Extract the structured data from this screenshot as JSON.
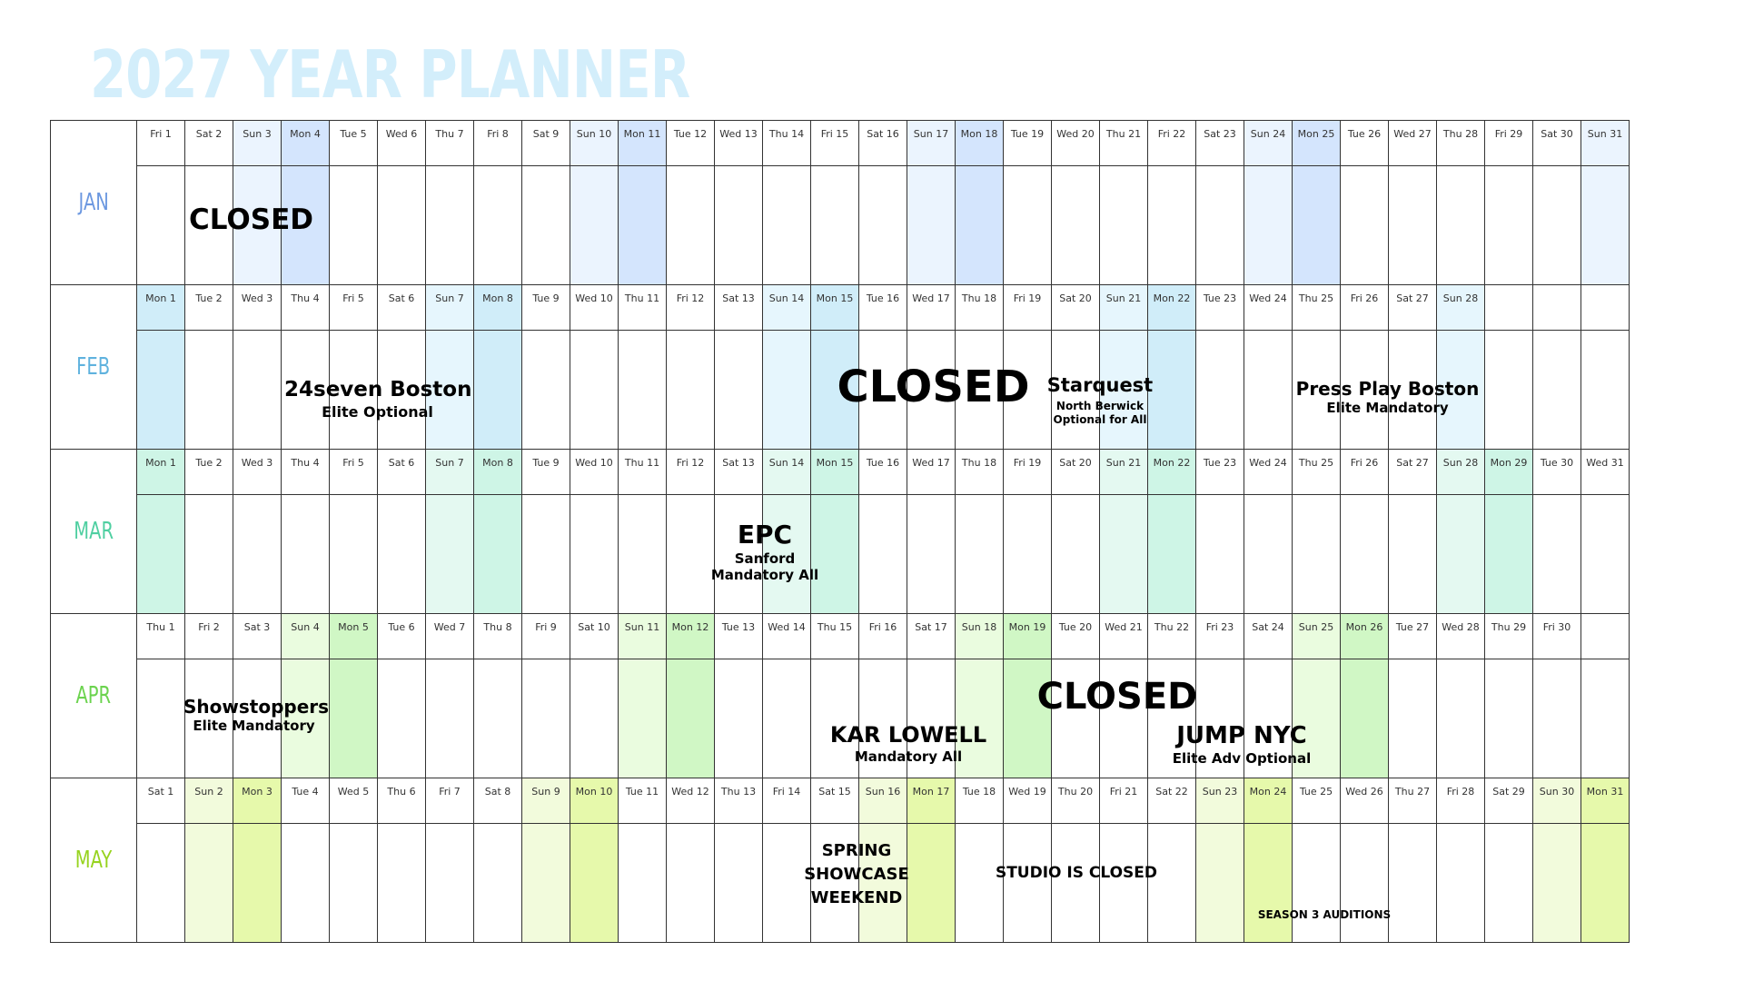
{
  "title": "2027 YEAR PLANNER",
  "colors": {
    "title": "#d3eefb",
    "grid": "#333333",
    "months": {
      "JAN": {
        "label": "#6c98e0",
        "light": "#ebf4fe",
        "dark": "#d4e5fd"
      },
      "FEB": {
        "label": "#5fb2de",
        "light": "#e6f6fd",
        "dark": "#d0edf9"
      },
      "MAR": {
        "label": "#4fcfa1",
        "light": "#e4f9f1",
        "dark": "#cef5e6"
      },
      "APR": {
        "label": "#6bd34e",
        "light": "#eafcdf",
        "dark": "#d0f7c5"
      },
      "MAY": {
        "label": "#97d31f",
        "light": "#f2fbdc",
        "dark": "#e6f9ab"
      }
    }
  },
  "months": [
    {
      "name": "JAN",
      "days": [
        "Fri 1",
        "Sat 2",
        "Sun 3",
        "Mon 4",
        "Tue 5",
        "Wed 6",
        "Thu 7",
        "Fri 8",
        "Sat 9",
        "Sun 10",
        "Mon 11",
        "Tue 12",
        "Wed 13",
        "Thu 14",
        "Fri 15",
        "Sat 16",
        "Sun 17",
        "Mon 18",
        "Tue 19",
        "Wed 20",
        "Thu 21",
        "Fri 22",
        "Sat 23",
        "Sun 24",
        "Mon 25",
        "Tue 26",
        "Wed 27",
        "Thu 28",
        "Fri 29",
        "Sat 30",
        "Sun 31"
      ]
    },
    {
      "name": "FEB",
      "days": [
        "Mon 1",
        "Tue 2",
        "Wed 3",
        "Thu 4",
        "Fri 5",
        "Sat 6",
        "Sun 7",
        "Mon 8",
        "Tue 9",
        "Wed 10",
        "Thu 11",
        "Fri 12",
        "Sat 13",
        "Sun 14",
        "Mon 15",
        "Tue 16",
        "Wed 17",
        "Thu 18",
        "Fri 19",
        "Sat 20",
        "Sun 21",
        "Mon 22",
        "Tue 23",
        "Wed 24",
        "Thu 25",
        "Fri 26",
        "Sat 27",
        "Sun 28"
      ]
    },
    {
      "name": "MAR",
      "days": [
        "Mon 1",
        "Tue 2",
        "Wed 3",
        "Thu 4",
        "Fri 5",
        "Sat 6",
        "Sun 7",
        "Mon 8",
        "Tue 9",
        "Wed 10",
        "Thu 11",
        "Fri 12",
        "Sat 13",
        "Sun 14",
        "Mon 15",
        "Tue 16",
        "Wed 17",
        "Thu 18",
        "Fri 19",
        "Sat 20",
        "Sun 21",
        "Mon 22",
        "Tue 23",
        "Wed 24",
        "Thu 25",
        "Fri 26",
        "Sat 27",
        "Sun 28",
        "Mon 29",
        "Tue 30",
        "Wed 31"
      ]
    },
    {
      "name": "APR",
      "days": [
        "Thu 1",
        "Fri 2",
        "Sat 3",
        "Sun 4",
        "Mon 5",
        "Tue 6",
        "Wed 7",
        "Thu 8",
        "Fri 9",
        "Sat 10",
        "Sun 11",
        "Mon 12",
        "Tue 13",
        "Wed 14",
        "Thu 15",
        "Fri 16",
        "Sat 17",
        "Sun 18",
        "Mon 19",
        "Tue 20",
        "Wed 21",
        "Thu 22",
        "Fri 23",
        "Sat 24",
        "Sun 25",
        "Mon 26",
        "Tue 27",
        "Wed 28",
        "Thu 29",
        "Fri 30"
      ]
    },
    {
      "name": "MAY",
      "days": [
        "Sat 1",
        "Sun 2",
        "Mon 3",
        "Tue 4",
        "Wed 5",
        "Thu 6",
        "Fri 7",
        "Sat 8",
        "Sun 9",
        "Mon 10",
        "Tue 11",
        "Wed 12",
        "Thu 13",
        "Fri 14",
        "Sat 15",
        "Sun 16",
        "Mon 17",
        "Tue 18",
        "Wed 19",
        "Thu 20",
        "Fri 21",
        "Sat 22",
        "Sun 23",
        "Mon 24",
        "Tue 25",
        "Wed 26",
        "Thu 27",
        "Fri 28",
        "Sat 29",
        "Sun 30",
        "Mon 31"
      ]
    }
  ],
  "events": {
    "jan_closed": "CLOSED",
    "feb_24seven_title": "24seven Boston",
    "feb_24seven_sub": "Elite Optional",
    "feb_closed": "CLOSED",
    "feb_starquest_title": "Starquest",
    "feb_starquest_sub1": "North Berwick",
    "feb_starquest_sub2": "Optional for All",
    "feb_pressplay_title": "Press Play Boston",
    "feb_pressplay_sub": "Elite Mandatory",
    "mar_epc_title": "EPC",
    "mar_epc_sub1": "Sanford",
    "mar_epc_sub2": "Mandatory All",
    "apr_showstoppers_title": "Showstoppers",
    "apr_showstoppers_sub": "Elite Mandatory",
    "apr_kar_title": "KAR LOWELL",
    "apr_kar_sub": "Mandatory All",
    "apr_closed": "CLOSED",
    "apr_jump_title": "JUMP NYC",
    "apr_jump_sub": "Elite Adv Optional",
    "may_spring1": "SPRING",
    "may_spring2": "SHOWCASE",
    "may_spring3": "WEEKEND",
    "may_studio_closed": "STUDIO IS CLOSED",
    "may_auditions": "SEASON 3 AUDITIONS"
  }
}
